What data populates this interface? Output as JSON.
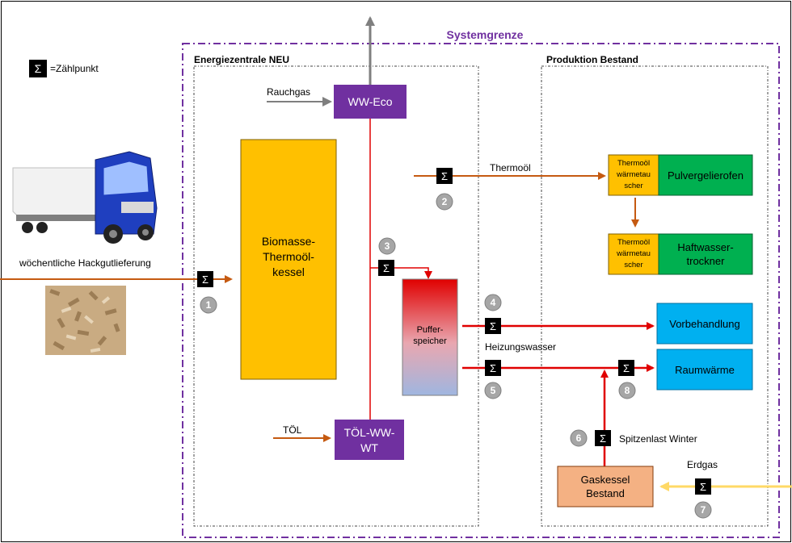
{
  "colors": {
    "orange_arrow": "#c55a11",
    "red_line": "#e00000",
    "gray_arrow": "#7f7f7f",
    "purple": "#7030a0",
    "yellow_box": "#ffc000",
    "green_box": "#00b050",
    "blue_box": "#00b0f0",
    "salmon_box": "#f4b183",
    "gas_line": "#ffd966",
    "sigma_bg": "#000000",
    "circle_bg": "#a6a6a6"
  },
  "legend": {
    "symbol": "Σ",
    "text": "=Zählpunkt"
  },
  "boundary": {
    "title": "Systemgrenze"
  },
  "regions": {
    "energy_central": "Energiezentrale NEU",
    "production": "Produktion Bestand"
  },
  "delivery": {
    "label": "wöchentliche Hackgutlieferung"
  },
  "boxes": {
    "boiler": "Biomasse-\nThermoöl-\nkessel",
    "ww_eco": "WW-Eco",
    "toel_ww_wt": "TÖL-WW-\nWT",
    "buffer": "Puffer-\nspeicher",
    "hx1": "Thermoöl\nwärmetau\nscher",
    "hx2": "Thermoöl\nwärmetau\nscher",
    "pulver": "Pulvergelierofen",
    "haft": "Haftwasser-\ntrockner",
    "vorbehandlung": "Vorbehandlung",
    "raumwaerme": "Raumwärme",
    "gaskessel": "Gaskessel\nBestand"
  },
  "flow_labels": {
    "rauchgas": "Rauchgas",
    "thermooel": "Thermoöl",
    "toel": "TÖL",
    "heizungswasser": "Heizungswasser",
    "spitzenlast": "Spitzenlast Winter",
    "erdgas": "Erdgas"
  },
  "meter_symbol": "Σ",
  "meter_numbers": [
    "1",
    "2",
    "3",
    "4",
    "5",
    "6",
    "7",
    "8"
  ]
}
